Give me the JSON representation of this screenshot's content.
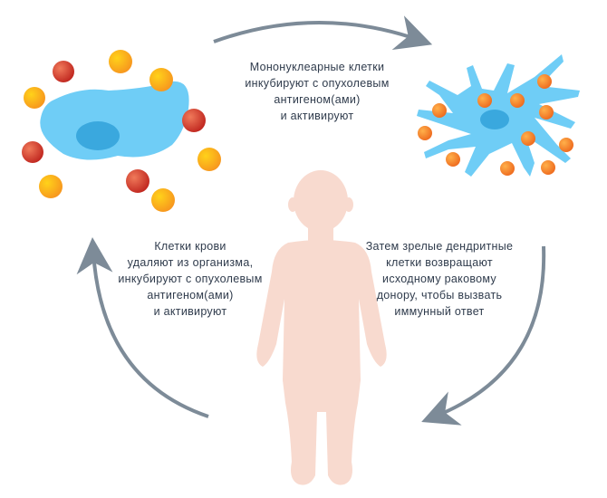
{
  "captions": {
    "top": [
      "Мононуклеарные клетки",
      "инкубируют с опухолевым",
      "антигеном(ами)",
      "и активируют"
    ],
    "left": [
      "Клетки крови",
      "удаляют из организма,",
      "инкубируют с опухолевым",
      "антигеном(ами)",
      "и активируют"
    ],
    "right": [
      "Затем зрелые дендритные",
      "клетки возвращают",
      "исходному раковому",
      "донору, чтобы вызвать",
      "иммунный ответ"
    ]
  },
  "colors": {
    "text": "#2f3b4c",
    "arrow": "#7d8b98",
    "cell": "#6fcdf6",
    "nucleus": "#3aa8de",
    "child": "#f8dacf",
    "orange": "#fbb21a",
    "red": "#d9483a"
  }
}
